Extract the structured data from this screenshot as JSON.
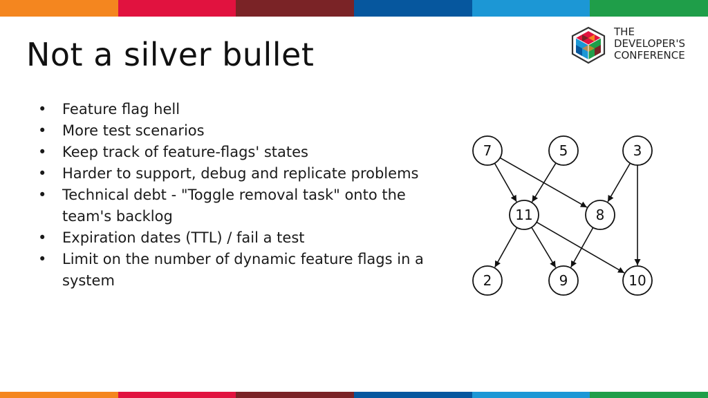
{
  "stripe_colors": [
    "#F4861F",
    "#E1123F",
    "#7A2326",
    "#06579E",
    "#1C97D5",
    "#1F9E49"
  ],
  "title": "Not a silver bullet",
  "logo": {
    "lines": [
      "THE",
      "DEVELOPER'S",
      "CONFERENCE"
    ]
  },
  "bullets": [
    "Feature flag hell",
    "More test scenarios",
    "Keep track of feature-flags' states",
    "Harder to support, debug and replicate problems",
    "Technical debt - \"Toggle removal task\" onto the team's backlog",
    "Expiration dates (TTL) / fail a test",
    "Limit on the number of dynamic feature flags in a system"
  ],
  "bullet_symbol": "•",
  "graph": {
    "nodes": [
      {
        "id": "7",
        "label": "7"
      },
      {
        "id": "5",
        "label": "5"
      },
      {
        "id": "3",
        "label": "3"
      },
      {
        "id": "11",
        "label": "11"
      },
      {
        "id": "8",
        "label": "8"
      },
      {
        "id": "2",
        "label": "2"
      },
      {
        "id": "9",
        "label": "9"
      },
      {
        "id": "10",
        "label": "10"
      }
    ],
    "edges": [
      [
        "7",
        "11"
      ],
      [
        "7",
        "8"
      ],
      [
        "5",
        "11"
      ],
      [
        "3",
        "8"
      ],
      [
        "3",
        "10"
      ],
      [
        "11",
        "2"
      ],
      [
        "11",
        "9"
      ],
      [
        "11",
        "10"
      ],
      [
        "8",
        "9"
      ]
    ]
  }
}
